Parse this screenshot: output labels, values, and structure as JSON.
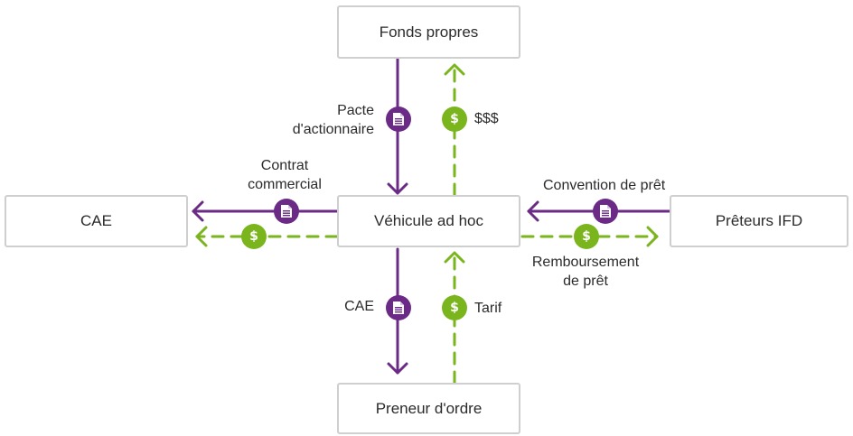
{
  "colors": {
    "document_flow": "#6a2a86",
    "money_flow": "#7ab51d",
    "box_border": "#cfcfcf"
  },
  "nodes": {
    "fonds_propres": "Fonds propres",
    "cae": "CAE",
    "vehicule": "Véhicule ad hoc",
    "preteurs": "Prêteurs IFD",
    "preneur": "Preneur d'ordre"
  },
  "flows": {
    "pacte_line1": "Pacte",
    "pacte_line2": "d'actionnaire",
    "dollars": "$$$",
    "contrat_line1": "Contrat",
    "contrat_line2": "commercial",
    "convention": "Convention de prêt",
    "remboursement_line1": "Remboursement",
    "remboursement_line2": "de prêt",
    "cae_flow": "CAE",
    "tarif": "Tarif"
  },
  "icons": {
    "document": "document-icon",
    "money": "dollar-icon",
    "dollar_glyph": "$"
  }
}
